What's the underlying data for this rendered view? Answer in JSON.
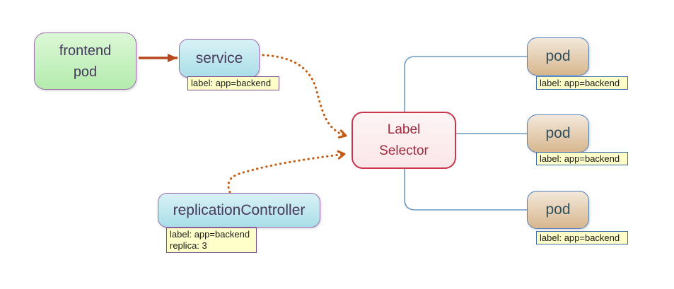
{
  "nodes": {
    "frontend_pod": {
      "line1": "frontend",
      "line2": "pod"
    },
    "service": {
      "label": "service",
      "tag": "label: app=backend"
    },
    "label_selector": {
      "line1": "Label",
      "line2": "Selector"
    },
    "replication_controller": {
      "label": "replicationController",
      "tag_line1": "label: app=backend",
      "tag_line2": "replica: 3"
    },
    "pods": [
      {
        "label": "pod",
        "tag": "label: app=backend"
      },
      {
        "label": "pod",
        "tag": "label: app=backend"
      },
      {
        "label": "pod",
        "tag": "label: app=backend"
      }
    ]
  },
  "colors": {
    "node_border_purple": "#9b6fae",
    "node_border_red": "#c9374d",
    "node_border_blue": "#4f81bd",
    "green_top": "#dcf7d6",
    "green_bottom": "#b4ecae",
    "cyan_top": "#d8f2f6",
    "cyan_bottom": "#aadee8",
    "pink_top": "#fdf5f5",
    "pink_bottom": "#fbe6e9",
    "tan_top": "#f3e8da",
    "tan_bottom": "#d7b78f",
    "label_bg": "#ffffc9",
    "label_border_purple": "#7a4a8a",
    "label_border_blue": "#3a6ca8",
    "arrow_solid": "#b5491b",
    "arrow_dotted": "#c55a11",
    "connector_blue": "#6d9ac4",
    "text_purple": "#46395c",
    "text_red": "#9e2b3d",
    "text_pod": "#30505c",
    "text_label": "#1a1a1a"
  }
}
